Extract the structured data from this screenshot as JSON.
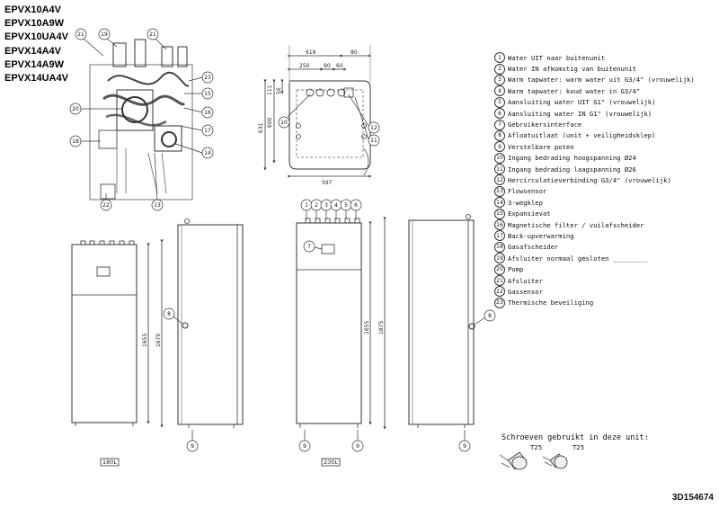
{
  "models": [
    "EPVX10A4V",
    "EPVX10A9W",
    "EPVX10UA4V",
    "EPVX14A4V",
    "EPVX14A9W",
    "EPVX14UA4V"
  ],
  "dimensions": {
    "top_width_619": "619",
    "top_80": "80",
    "top_250": "250",
    "top_90": "90",
    "top_60": "60",
    "top_111": "111",
    "top_56": "56",
    "top_631": "631",
    "top_600": "600",
    "top_597": "597",
    "h_1655_a": "1655",
    "h_1670": "1670",
    "h_1655_b": "1655",
    "h_1875": "1875"
  },
  "capacity_labels": {
    "left": "180L",
    "right": "230L"
  },
  "legend": [
    {
      "n": "1",
      "text": "Water UIT naar buitenunit"
    },
    {
      "n": "2",
      "text": "Water IN afkomstig van buitenunit"
    },
    {
      "n": "3",
      "text": "Warm tapwater: warm water uit G3/4\" (vrouwelijk)"
    },
    {
      "n": "4",
      "text": "Warm tapwater: koud water in G3/4\""
    },
    {
      "n": "5",
      "text": "Aansluiting water UIT G1\" (vrouwelijk)"
    },
    {
      "n": "6",
      "text": "Aansluiting water IN G1\" (vrouwelijk)"
    },
    {
      "n": "7",
      "text": "Gebruikersinterface"
    },
    {
      "n": "8",
      "text": "Afloatuitlaat (unit + veiligheidsklep)"
    },
    {
      "n": "9",
      "text": "Verstelbare poten"
    },
    {
      "n": "10",
      "text": "Ingang bedrading hoogspanning Ø24"
    },
    {
      "n": "11",
      "text": "Ingang bedrading laagspanning Ø26"
    },
    {
      "n": "12",
      "text": "Hercirculatieverbinding G3/4\" (vrouwelijk)"
    },
    {
      "n": "13",
      "text": "Flowsensor"
    },
    {
      "n": "14",
      "text": "3-wegklep"
    },
    {
      "n": "15",
      "text": "Expansievat"
    },
    {
      "n": "16",
      "text": "Magnetische filter / vuilafscheider"
    },
    {
      "n": "17",
      "text": "Back-upverwarming"
    },
    {
      "n": "18",
      "text": "Gasafscheider"
    },
    {
      "n": "19",
      "text": "Afsluiter normaal gesloten _________"
    },
    {
      "n": "20",
      "text": "Pomp"
    },
    {
      "n": "21",
      "text": "Afsluiter"
    },
    {
      "n": "22",
      "text": "Gassensor"
    },
    {
      "n": "23",
      "text": "Thermische beveiliging"
    }
  ],
  "screws": {
    "title": "Schroeven gebruikt in deze unit:",
    "t1": "T25",
    "t2": "T25"
  },
  "document_number": "3D154674",
  "callouts": [
    "21",
    "19",
    "21",
    "23",
    "15",
    "16",
    "17",
    "14",
    "20",
    "18",
    "13",
    "22",
    "10",
    "12",
    "11",
    "1",
    "2",
    "3",
    "4",
    "5",
    "6",
    "7",
    "8",
    "8",
    "9",
    "9",
    "9",
    "9"
  ]
}
